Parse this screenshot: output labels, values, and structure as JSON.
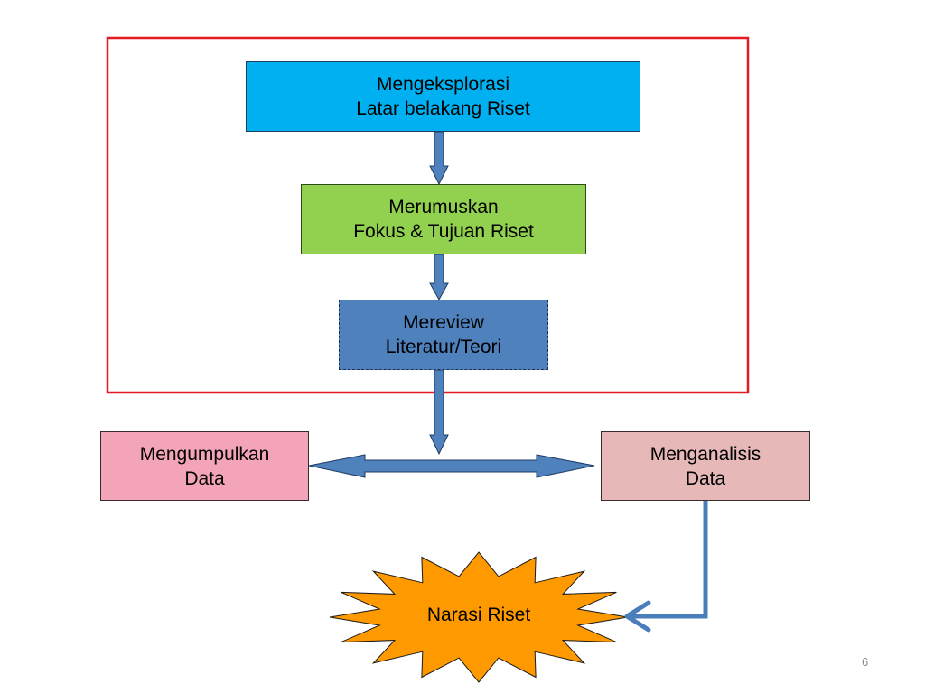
{
  "diagram": {
    "title": "",
    "nodes": [
      {
        "id": "explore",
        "lines": [
          "Mengeksplorasi",
          "Latar belakang Riset"
        ],
        "shape": "rectangle",
        "fill": "#00b0f0"
      },
      {
        "id": "focus",
        "lines": [
          "Merumuskan",
          "Fokus & Tujuan Riset"
        ],
        "shape": "rectangle",
        "fill": "#92d050"
      },
      {
        "id": "review",
        "lines": [
          "Mereview",
          "Literatur/Teori"
        ],
        "shape": "rectangle-dashed",
        "fill": "#4f81bd"
      },
      {
        "id": "collect",
        "lines": [
          "Mengumpulkan",
          "Data"
        ],
        "shape": "rectangle",
        "fill": "#f4a4b8"
      },
      {
        "id": "analyze",
        "lines": [
          "Menganalisis",
          "Data"
        ],
        "shape": "rectangle",
        "fill": "#e6b8b7"
      },
      {
        "id": "narasi",
        "lines": [
          "Narasi Riset"
        ],
        "shape": "explosion-star",
        "fill": "#ff9900"
      }
    ],
    "edges": [
      {
        "from": "explore",
        "to": "focus",
        "type": "block-arrow"
      },
      {
        "from": "focus",
        "to": "review",
        "type": "block-arrow"
      },
      {
        "from": "review",
        "to": "collect-analyze-link",
        "type": "block-arrow"
      },
      {
        "from": "collect",
        "to": "analyze",
        "type": "double-block-arrow"
      },
      {
        "from": "analyze",
        "to": "narasi",
        "type": "elbow-connector"
      }
    ],
    "group": {
      "label": "",
      "members": [
        "explore",
        "focus",
        "review"
      ],
      "border_color": "#e31b23"
    },
    "colors": {
      "arrow": "#4f81bd",
      "arrow_outline": "#1f3a63",
      "connector": "#4a7ebb"
    }
  },
  "page_number": "6"
}
